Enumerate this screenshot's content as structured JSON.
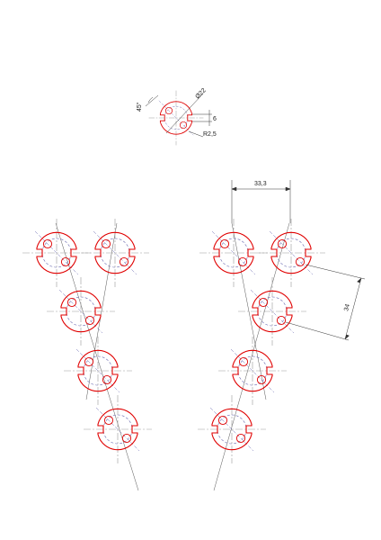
{
  "drawing": {
    "dimensions": {
      "angle": "45°",
      "diameter": "Ø22",
      "slot_width": "6",
      "hole_radius": "R2,5",
      "pitch_horizontal": "33,3",
      "pitch_vertical": "34"
    },
    "part_count": 10,
    "colors": {
      "outline": "#e00000",
      "centerline": "#9a9a9a",
      "construction": "#6a6ab0",
      "dimension": "#333333"
    }
  }
}
